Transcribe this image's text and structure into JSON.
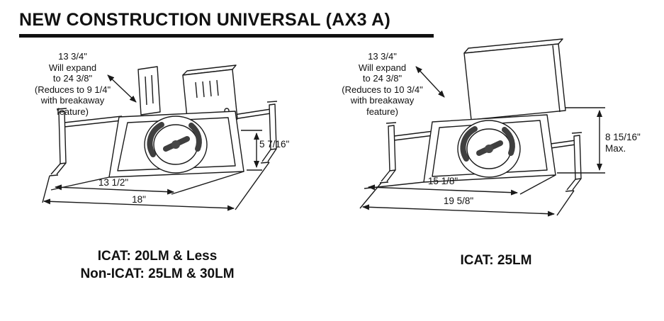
{
  "header": {
    "title": "NEW CONSTRUCTION UNIVERSAL (AX3 A)"
  },
  "left_diagram": {
    "expand_note": "13 3/4\"\nWill expand\nto 24 3/8\"\n(Reduces to 9 1/4\"\nwith breakaway\nfeature)",
    "height_dim": "5 7/16\"",
    "inner_width_dim": "13 1/2\"",
    "outer_width_dim": "18\"",
    "caption": "ICAT: 20LM & Less\nNon-ICAT: 25LM & 30LM"
  },
  "right_diagram": {
    "expand_note": "13 3/4\"\nWill expand\nto 24 3/8\"\n(Reduces to 10 3/4\"\nwith breakaway\nfeature)",
    "height_dim": "8 15/16\"\nMax.",
    "inner_width_dim": "15 1/8\"",
    "outer_width_dim": "19 5/8\"",
    "caption": "ICAT: 25LM"
  },
  "colors": {
    "line": "#1a1a1a",
    "shade": "#3f3f3f",
    "background": "#ffffff"
  }
}
